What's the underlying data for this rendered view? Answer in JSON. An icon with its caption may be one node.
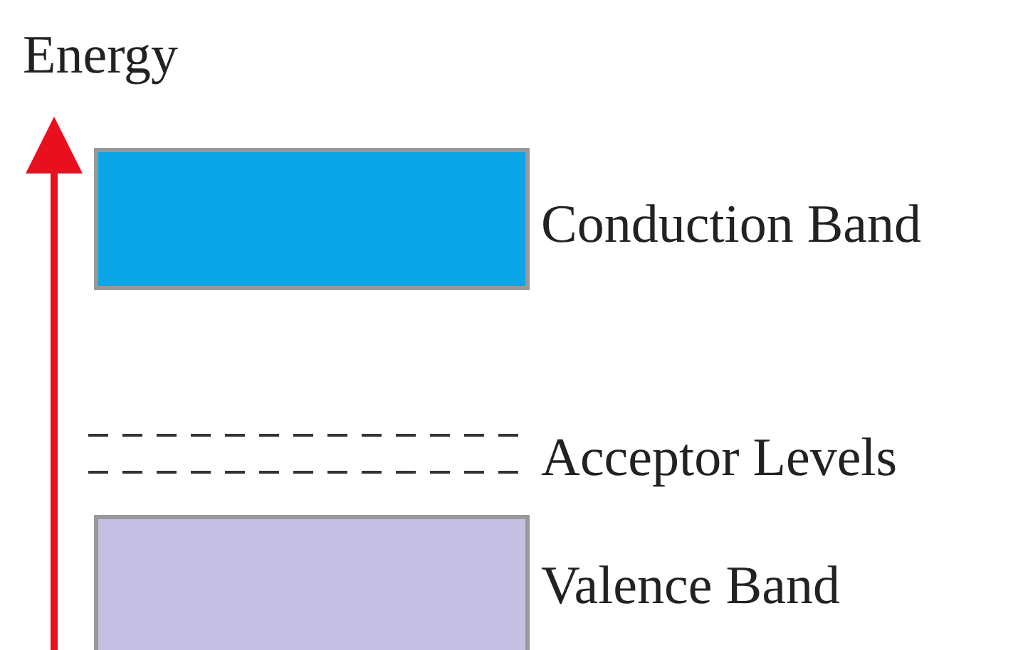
{
  "diagram": {
    "nodes": [
      {
        "text": [],
        "shape": "box",
        "beside": [
          "Conduction Band"
        ]
      },
      {
        "text": [],
        "shape": "bar",
        "beside": [
          "Acceptor Levels"
        ]
      },
      {
        "text": [],
        "shape": "box",
        "beside": [
          "Valence Band"
        ]
      }
    ],
    "labels": [
      "Energy"
    ]
  }
}
